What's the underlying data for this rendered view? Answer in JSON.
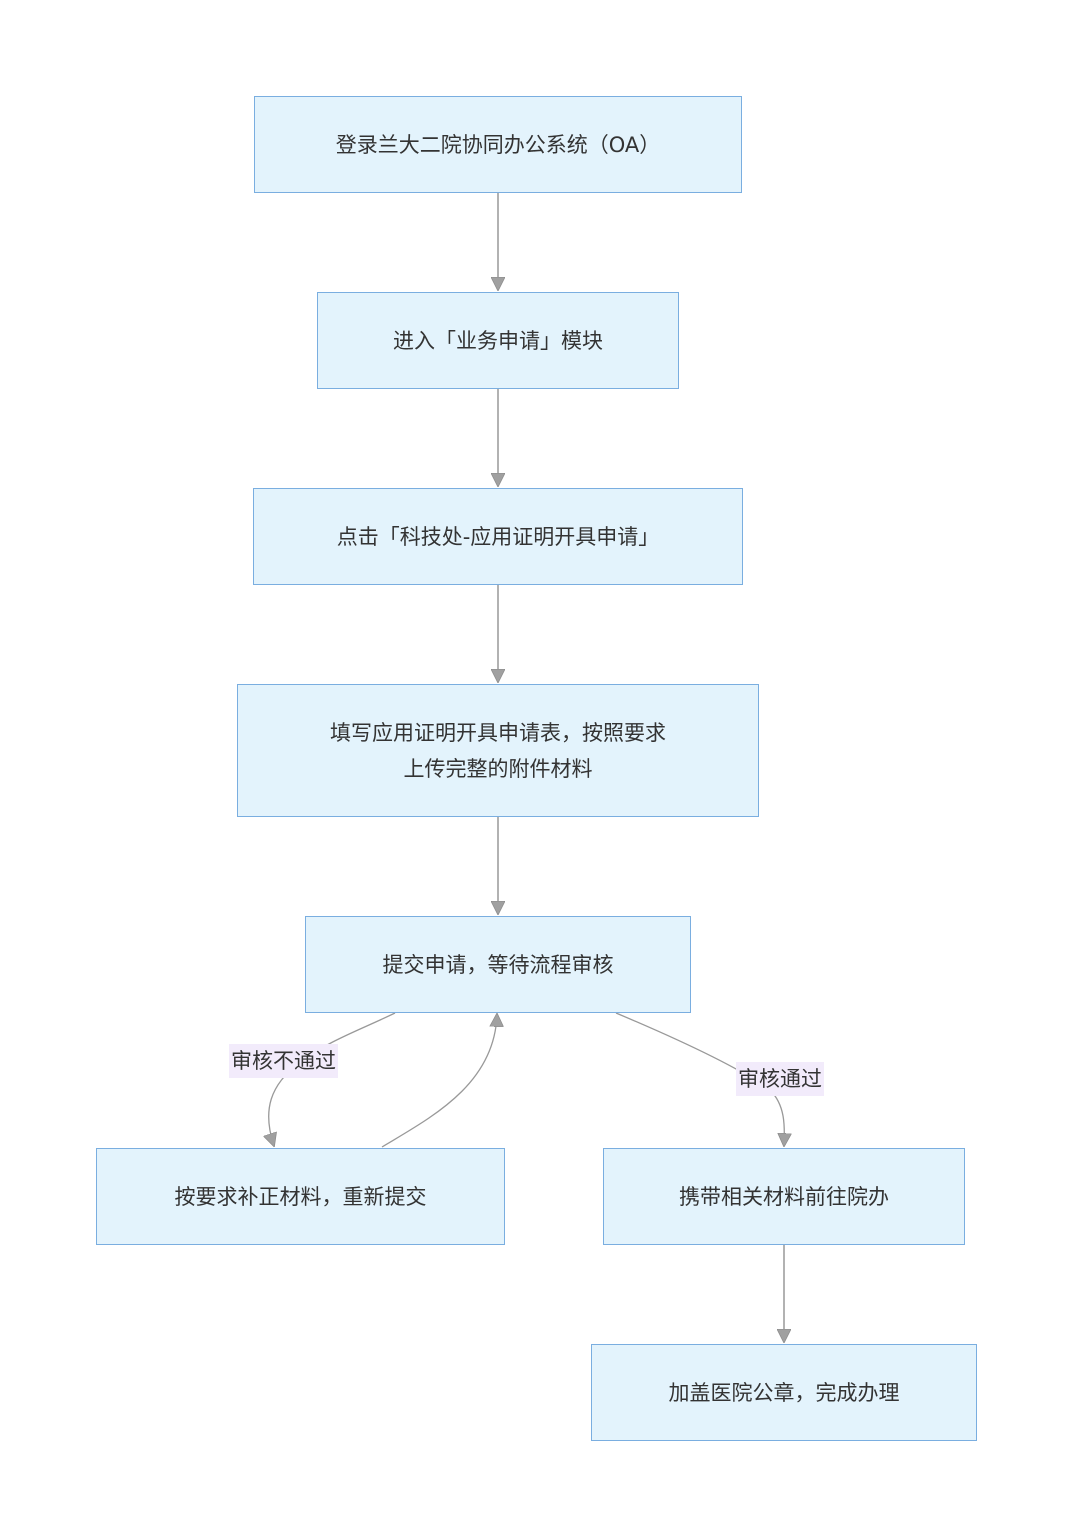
{
  "diagram": {
    "type": "flowchart",
    "colors": {
      "node_fill": "#e3f3fc",
      "node_border": "#7aaee0",
      "edge": "#999999",
      "arrowhead": "#a0a0a0",
      "label_bg": "#f2ebfb",
      "text": "#333333"
    },
    "nodes": [
      {
        "id": "n1",
        "text": "登录兰大二院协同办公系统（OA）"
      },
      {
        "id": "n2",
        "text": "进入「业务申请」模块"
      },
      {
        "id": "n3",
        "text": "点击「科技处-应用证明开具申请」"
      },
      {
        "id": "n4",
        "line1": "填写应用证明开具申请表，按照要求",
        "line2": "上传完整的附件材料"
      },
      {
        "id": "n5",
        "text": "提交申请，等待流程审核"
      },
      {
        "id": "n6",
        "text": "按要求补正材料，重新提交"
      },
      {
        "id": "n7",
        "text": "携带相关材料前往院办"
      },
      {
        "id": "n8",
        "text": "加盖医院公章，完成办理"
      }
    ],
    "edges": [
      {
        "from": "n1",
        "to": "n2",
        "label": ""
      },
      {
        "from": "n2",
        "to": "n3",
        "label": ""
      },
      {
        "from": "n3",
        "to": "n4",
        "label": ""
      },
      {
        "from": "n4",
        "to": "n5",
        "label": ""
      },
      {
        "from": "n5",
        "to": "n6",
        "label": "审核不通过"
      },
      {
        "from": "n6",
        "to": "n5",
        "label": ""
      },
      {
        "from": "n5",
        "to": "n7",
        "label": "审核通过"
      },
      {
        "from": "n7",
        "to": "n8",
        "label": ""
      }
    ]
  }
}
